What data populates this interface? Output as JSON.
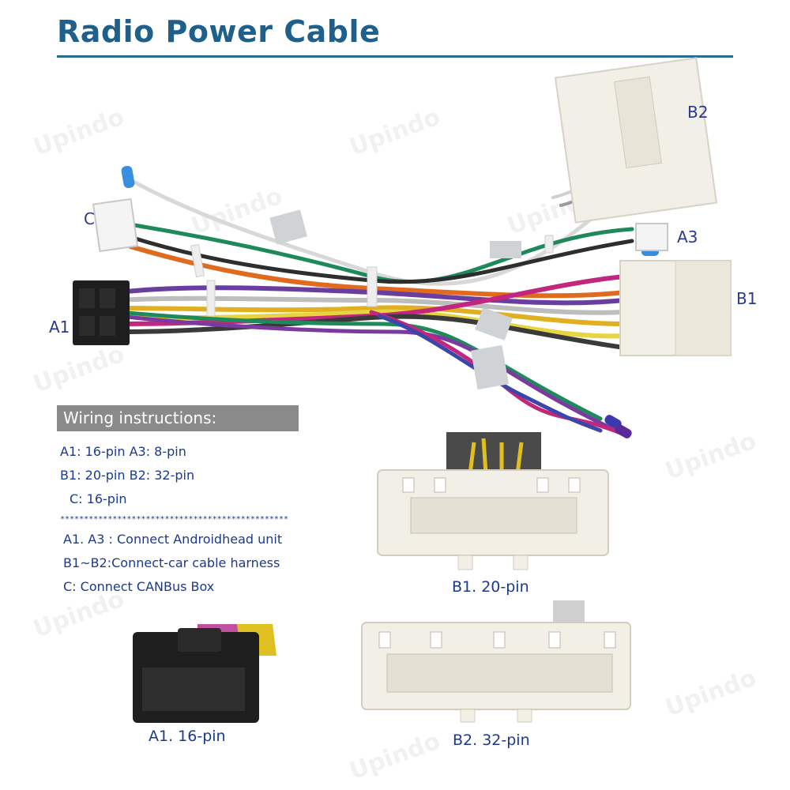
{
  "title": "Radio Power Cable",
  "watermark": "Upindo",
  "connector_labels": {
    "b2": "B2",
    "c": "C",
    "a3": "A3",
    "b1": "B1",
    "a1": "A1"
  },
  "wiring": {
    "heading": "Wiring instructions:",
    "line1": "A1:  16-pin  A3: 8-pin",
    "line2": "B1: 20-pin  B2: 32-pin",
    "line3": "C: 16-pin",
    "separator": "************************************************",
    "line4": "A1. A3 : Connect Androidhead unit",
    "line5": "B1~B2:Connect-car cable harness",
    "line6": "C: Connect CANBus Box"
  },
  "captions": {
    "b1": "B1. 20-pin",
    "b2": "B2. 32-pin",
    "a1": "A1. 16-pin"
  },
  "colors": {
    "title": "#1f5f8c",
    "label": "#2b3a8c",
    "connector_white": "#f2efe6",
    "connector_black": "#1e1e1e"
  }
}
